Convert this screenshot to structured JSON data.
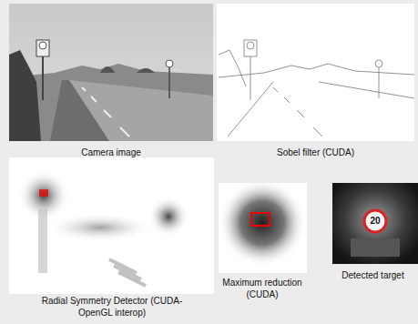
{
  "diagram": {
    "nodes": [
      {
        "text": [
          "Camera image"
        ]
      },
      {
        "text": [
          "Sobel filter (CUDA)"
        ]
      },
      {
        "text": [
          "Radial Symmetry Detector (CUDA-OpenGL interop)"
        ]
      },
      {
        "text": [
          "Maximum reduction (CUDA)"
        ]
      },
      {
        "text": [
          "Detected target"
        ]
      }
    ],
    "labels": [
      "20"
    ]
  }
}
